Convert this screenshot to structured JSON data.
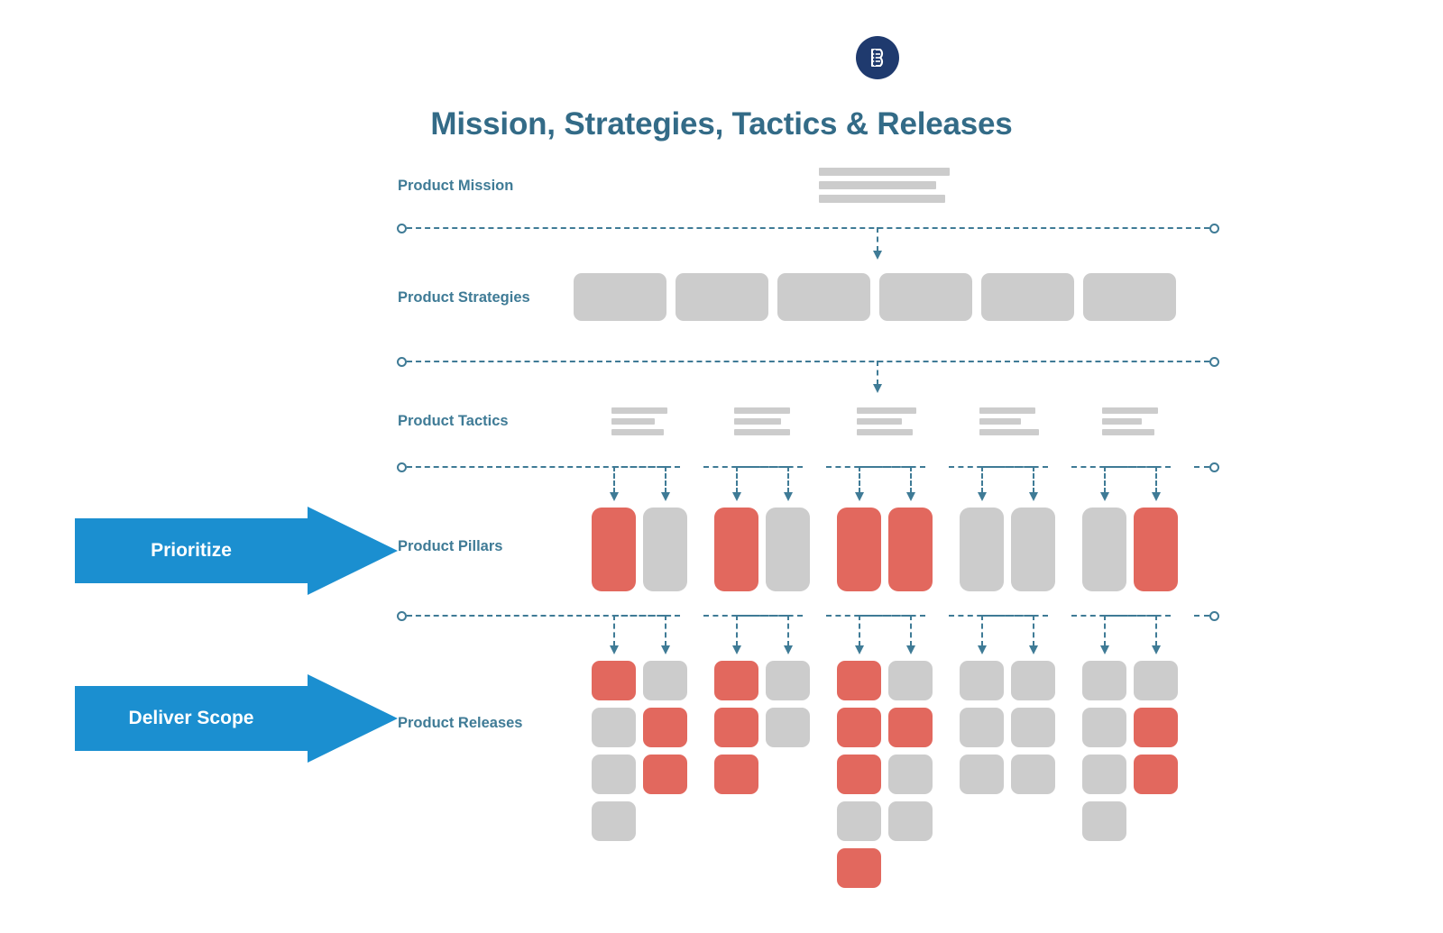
{
  "header": {
    "logo_icon": "book-b-logo-icon",
    "title": "Mission, Strategies, Tactics & Releases"
  },
  "colors": {
    "title_blue": "#336b87",
    "label_blue": "#3f7b96",
    "connector_blue": "#3f7b96",
    "banner_blue": "#1b8fd0",
    "block_gray": "#cccccc",
    "block_red": "#e2685e",
    "logo_navy": "#1f3a6e",
    "background": "#ffffff"
  },
  "rows": {
    "mission_label": "Product Mission",
    "strategies_label": "Product Strategies",
    "tactics_label": "Product Tactics",
    "pillars_label": "Product Pillars",
    "releases_label": "Product Releases"
  },
  "banners": [
    {
      "label": "Prioritize",
      "name": "prioritize-banner"
    },
    {
      "label": "Deliver Scope",
      "name": "deliver-scope-banner"
    }
  ],
  "chart_data": {
    "type": "diagram",
    "title": "Mission, Strategies, Tactics & Releases",
    "description": "Product hierarchy cascade from mission down to releases, with prioritization and scope delivery arrows.",
    "mission_placeholder_widths": [
      145,
      130,
      140
    ],
    "strategies": {
      "count": 6,
      "color": "gray"
    },
    "tactics": {
      "groups": 5,
      "lines_per_group": 3,
      "placeholder_widths": [
        [
          62,
          48,
          58
        ],
        [
          62,
          52,
          62
        ],
        [
          66,
          50,
          62
        ],
        [
          62,
          46,
          66
        ],
        [
          62,
          44,
          58
        ]
      ]
    },
    "pillars": {
      "groups": 5,
      "columns_per_group": 2,
      "values": [
        [
          "red",
          "gray"
        ],
        [
          "red",
          "gray"
        ],
        [
          "red",
          "red"
        ],
        [
          "gray",
          "gray"
        ],
        [
          "gray",
          "red"
        ]
      ]
    },
    "releases": {
      "groups": 5,
      "columns_per_group": 2,
      "values": [
        [
          [
            "red",
            "gray",
            "gray",
            "gray"
          ],
          [
            "gray",
            "red",
            "red"
          ]
        ],
        [
          [
            "red",
            "red",
            "red"
          ],
          [
            "gray",
            "gray"
          ]
        ],
        [
          [
            "red",
            "red",
            "red",
            "gray",
            "red"
          ],
          [
            "gray",
            "red",
            "gray",
            "gray"
          ]
        ],
        [
          [
            "gray",
            "gray",
            "gray"
          ],
          [
            "gray",
            "gray",
            "gray"
          ]
        ],
        [
          [
            "gray",
            "gray",
            "gray",
            "gray"
          ],
          [
            "gray",
            "red",
            "red"
          ]
        ]
      ]
    },
    "connectors": {
      "dividers": 4,
      "divider_style": "dashed-with-circle-endcaps",
      "drop_arrows_per_tactic_group": 2
    }
  }
}
